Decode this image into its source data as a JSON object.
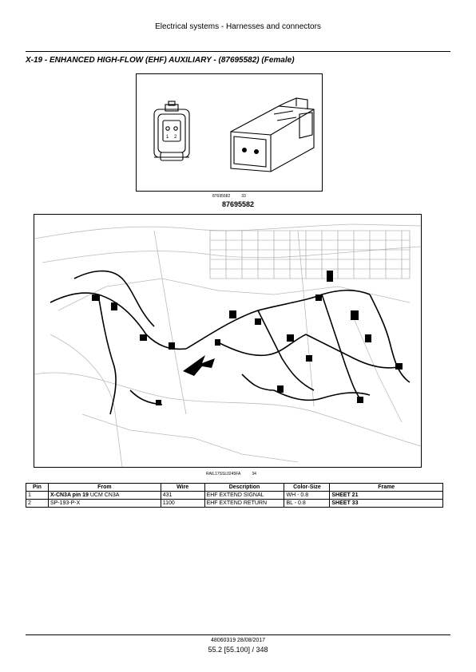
{
  "header": {
    "title": "Electrical systems - Harnesses and connectors"
  },
  "section": {
    "title": "X-19 - ENHANCED HIGH-FLOW (EHF) AUXILIARY - (87695582) (Female)"
  },
  "connector_figure": {
    "pin_labels": [
      "1",
      "2"
    ],
    "ref_code": "87695582",
    "ref_number": "33",
    "caption": "87695582"
  },
  "harness_figure": {
    "ref_code": "RAIL17SSL0245FA",
    "ref_number": "34"
  },
  "pin_table": {
    "headers": {
      "pin": "Pin",
      "from": "From",
      "wire": "Wire",
      "description": "Description",
      "color_size": "Color-Size",
      "frame": "Frame"
    },
    "rows": [
      {
        "pin": "1",
        "from_bold": "X-CN3A pin 19",
        "from_rest": " UCM CN3A",
        "wire": "431",
        "description": "EHF EXTEND SIGNAL",
        "color_size": "WH - 0.8",
        "frame": "SHEET 21"
      },
      {
        "pin": "2",
        "from_bold": "",
        "from_rest": "SP-193-P-X",
        "wire": "1100",
        "description": "EHF EXTEND RETURN",
        "color_size": "BL - 0.8",
        "frame": "SHEET 33"
      }
    ]
  },
  "footer": {
    "doc_info": "48060319 28/08/2017",
    "page": "55.2 [55.100] / 348"
  }
}
